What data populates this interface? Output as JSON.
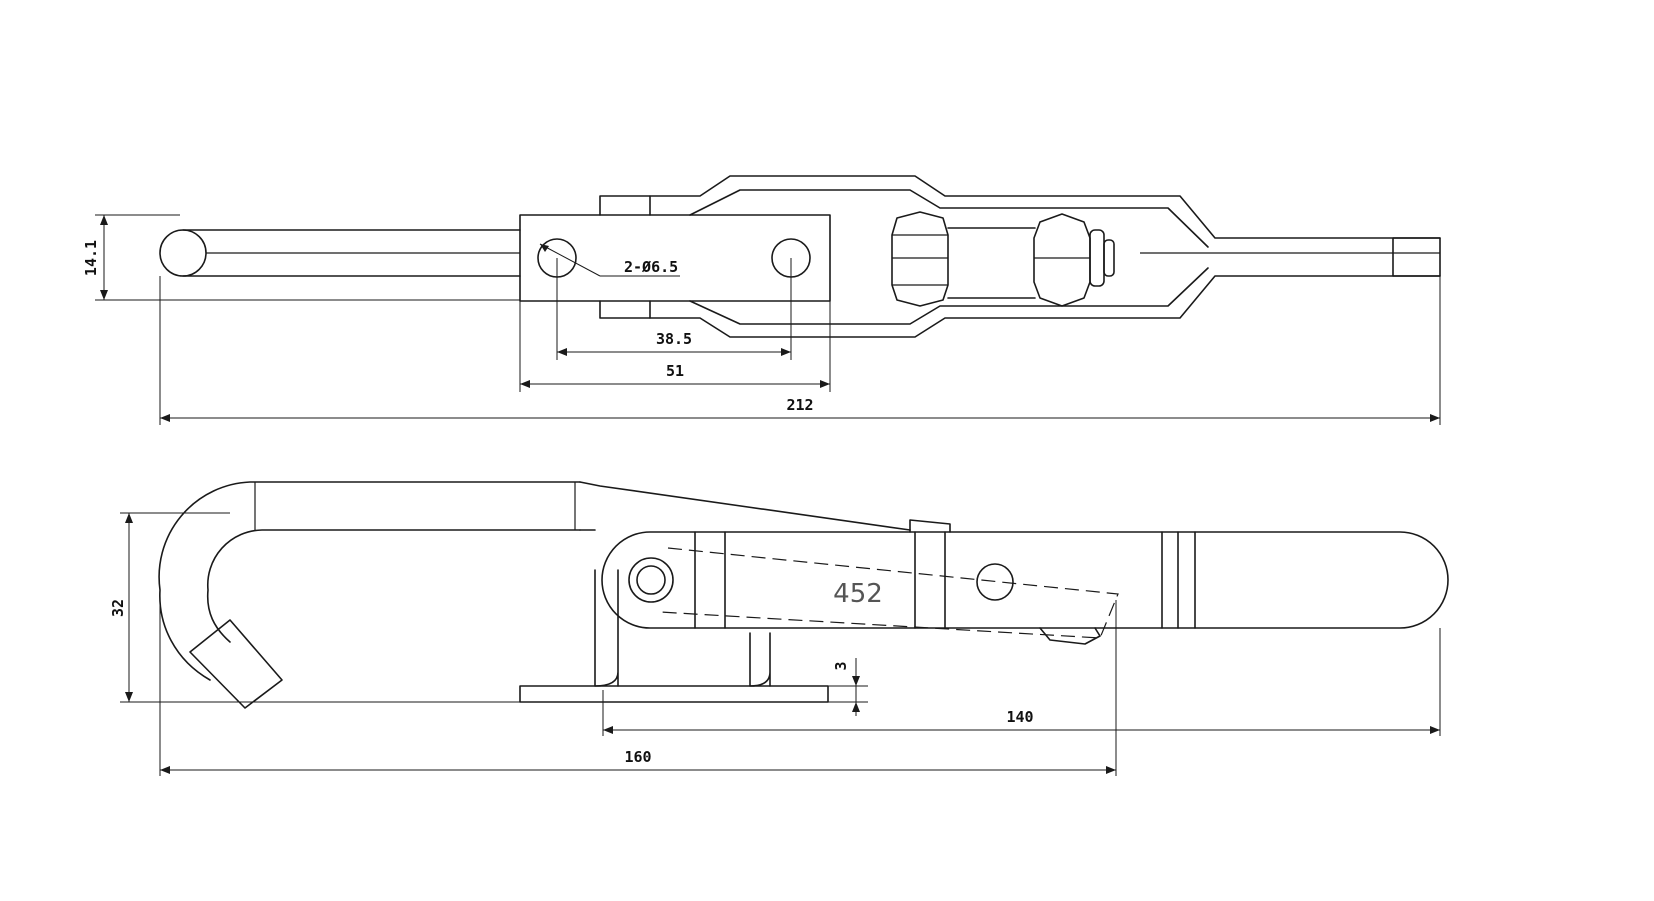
{
  "drawing": {
    "top_view": {
      "dim_height": "14.1",
      "hole_note": "2-Ø6.5",
      "dim_hole_spacing": "38.5",
      "dim_base_width": "51",
      "dim_overall": "212"
    },
    "side_view": {
      "dim_hook_height": "32",
      "dim_base_thickness": "3",
      "dim_handle_reach": "140",
      "dim_hook_reach": "160",
      "part_number": "452"
    }
  }
}
